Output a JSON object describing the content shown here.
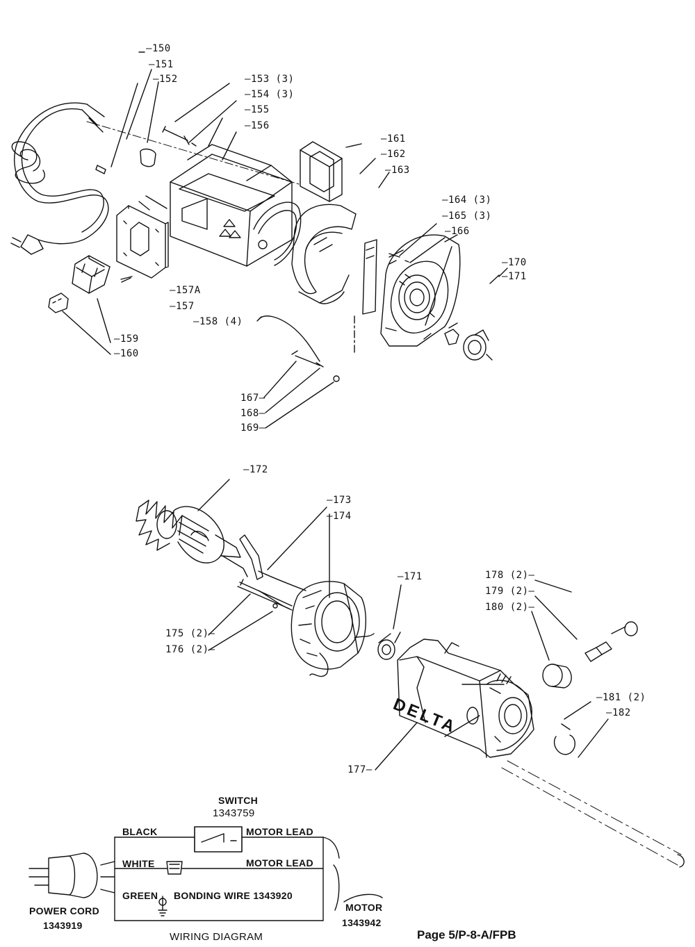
{
  "parts": {
    "p150": "150",
    "p151": "151",
    "p152": "152",
    "p153": "153 (3)",
    "p154": "154 (3)",
    "p155": "155",
    "p156": "156",
    "p157a": "157A",
    "p157": "157",
    "p158": "158 (4)",
    "p159": "159",
    "p160": "160",
    "p161": "161",
    "p162": "162",
    "p163": "163",
    "p164": "164 (3)",
    "p165": "165 (3)",
    "p166": "166",
    "p167": "167",
    "p168": "168",
    "p169": "169",
    "p170": "170",
    "p171a": "171",
    "p172": "172",
    "p173": "173",
    "p174": "174",
    "p175": "175 (2)",
    "p176": "176 (2)",
    "p171b": "171",
    "p177": "177",
    "p178": "178 (2)",
    "p179": "179 (2)",
    "p180": "180 (2)",
    "p181": "181 (2)",
    "p182": "182"
  },
  "motor_brand": "DELTA",
  "wiring": {
    "switch_title": "SWITCH",
    "switch_number": "1343759",
    "black": "BLACK",
    "white": "WHITE",
    "green": "GREEN",
    "motor_lead_1": "MOTOR LEAD",
    "motor_lead_2": "MOTOR LEAD",
    "bonding_wire": "BONDING WIRE  1343920",
    "power_cord": "POWER CORD",
    "power_cord_number": "1343919",
    "motor": "MOTOR",
    "motor_number": "1343942",
    "caption": "WIRING DIAGRAM"
  },
  "page_ref": "Page 5/P-8-A/FPB"
}
